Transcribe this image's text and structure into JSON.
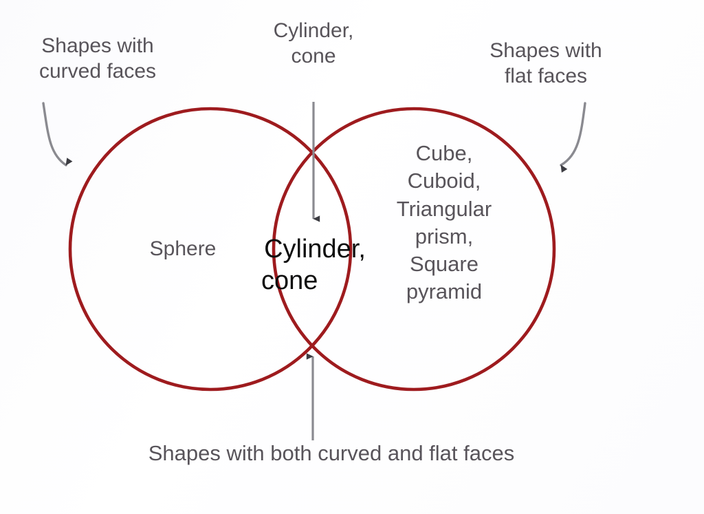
{
  "diagram": {
    "type": "venn",
    "title": "Shapes with curved faces / Shapes with flat faces Venn diagram",
    "background_color": "#fdfdfe",
    "circle_stroke_color": "#9e1b1e",
    "label_text_color": "#58545a",
    "intersection_text_color": "#0d0d0d",
    "arrow_color": "#7b7b80"
  },
  "annotations": {
    "left_label": "Shapes with\ncurved faces",
    "top_label": "Cylinder,\ncone",
    "right_label": "Shapes with\nflat faces",
    "bottom_label": "Shapes with both curved and flat faces"
  },
  "sets": {
    "left": {
      "name": "Shapes with curved faces",
      "contents": "Sphere",
      "items": [
        "Sphere"
      ]
    },
    "right": {
      "name": "Shapes with flat faces",
      "contents": "Cube,\nCuboid,\nTriangular\nprism,\nSquare\npyramid",
      "items": [
        "Cube",
        "Cuboid",
        "Triangular prism",
        "Square pyramid"
      ]
    },
    "intersection": {
      "name": "Shapes with both curved and flat faces",
      "line1": "Cylinder,",
      "line2": "cone",
      "items": [
        "Cylinder",
        "cone"
      ]
    }
  },
  "icons": {
    "left_pointer": "curved-arrow-right-icon",
    "right_pointer": "curved-arrow-left-icon",
    "top_pointer": "arrow-down-icon",
    "bottom_pointer": "arrow-up-icon"
  }
}
